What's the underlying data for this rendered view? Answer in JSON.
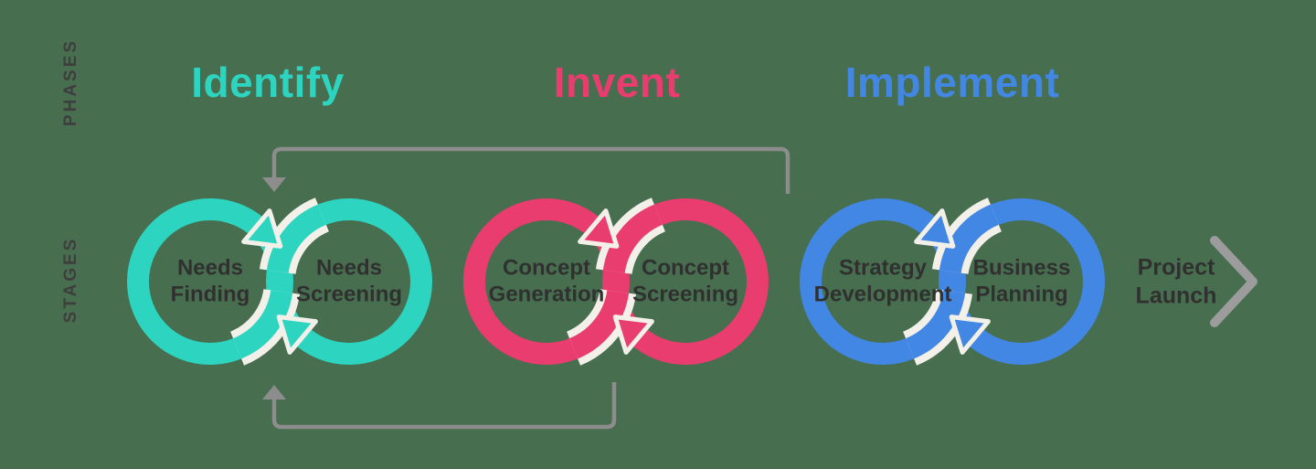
{
  "canvas": {
    "background": "#476F4F"
  },
  "side_labels": {
    "phases": "PHASES",
    "stages": "STAGES",
    "color": "#3E3E3E"
  },
  "flow": {
    "line_color": "#8D8D8D",
    "chevron_color": "#9C9C9C",
    "casing_color": "#F3F0E9",
    "label_color": "#303030"
  },
  "phases": [
    {
      "id": "identify",
      "label": "Identify",
      "color": "#2DD5C1",
      "stages": [
        {
          "line1": "Needs",
          "line2": "Finding"
        },
        {
          "line1": "Needs",
          "line2": "Screening"
        }
      ]
    },
    {
      "id": "invent",
      "label": "Invent",
      "color": "#E93C6F",
      "stages": [
        {
          "line1": "Concept",
          "line2": "Generation"
        },
        {
          "line1": "Concept",
          "line2": "Screening"
        }
      ]
    },
    {
      "id": "implement",
      "label": "Implement",
      "color": "#4287E3",
      "stages": [
        {
          "line1": "Strategy",
          "line2": "Development"
        },
        {
          "line1": "Business",
          "line2": "Planning"
        }
      ]
    }
  ],
  "outcome": {
    "line1": "Project",
    "line2": "Launch"
  }
}
